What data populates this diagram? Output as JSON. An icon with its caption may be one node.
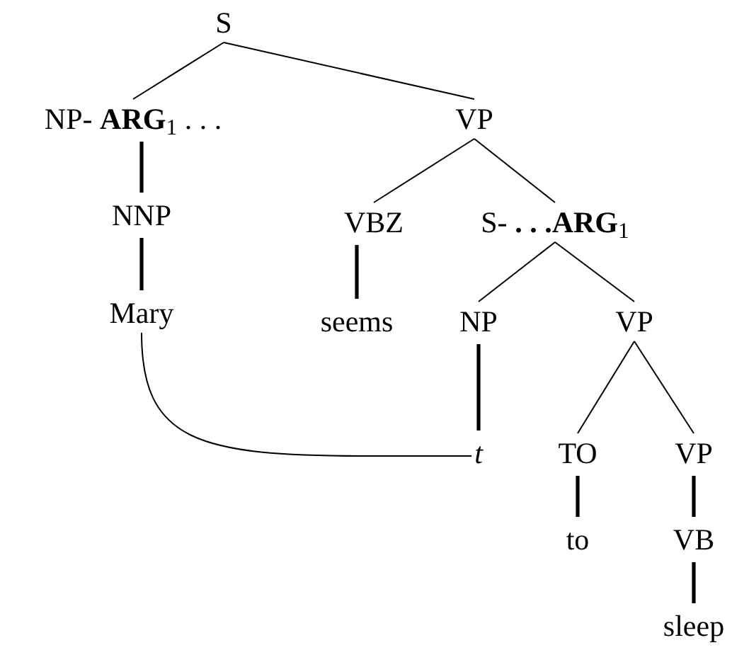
{
  "diagram": {
    "nodes": [
      {
        "text": [
          "S"
        ]
      },
      {
        "text": [
          "NP- **ARG**$_{1}$ . . ."
        ]
      },
      {
        "text": [
          "VP"
        ]
      },
      {
        "text": [
          "NNP"
        ]
      },
      {
        "text": [
          "VBZ"
        ]
      },
      {
        "text": [
          "S- **. . .ARG**$_{1}$"
        ]
      },
      {
        "text": [
          "Mary"
        ]
      },
      {
        "text": [
          "seems"
        ]
      },
      {
        "text": [
          "NP"
        ]
      },
      {
        "text": [
          "VP"
        ]
      },
      {
        "text": [
          "t"
        ]
      },
      {
        "text": [
          "TO"
        ]
      },
      {
        "text": [
          "VP"
        ]
      },
      {
        "text": [
          "to"
        ]
      },
      {
        "text": [
          "VB"
        ]
      },
      {
        "text": [
          "sleep"
        ]
      }
    ],
    "edges": [
      {
        "from": 0,
        "to": 1,
        "arrow": "none"
      },
      {
        "from": 0,
        "to": 2,
        "arrow": "none"
      },
      {
        "from": 1,
        "to": 3,
        "arrow": "none",
        "style": "thick"
      },
      {
        "from": 3,
        "to": 6,
        "arrow": "none",
        "style": "thick"
      },
      {
        "from": 2,
        "to": 4,
        "arrow": "none"
      },
      {
        "from": 2,
        "to": 5,
        "arrow": "none"
      },
      {
        "from": 4,
        "to": 7,
        "arrow": "none",
        "style": "thick"
      },
      {
        "from": 5,
        "to": 8,
        "arrow": "none"
      },
      {
        "from": 5,
        "to": 9,
        "arrow": "none"
      },
      {
        "from": 8,
        "to": 10,
        "arrow": "none",
        "style": "thick"
      },
      {
        "from": 9,
        "to": 11,
        "arrow": "none"
      },
      {
        "from": 9,
        "to": 12,
        "arrow": "none"
      },
      {
        "from": 11,
        "to": 13,
        "arrow": "none",
        "style": "thick"
      },
      {
        "from": 12,
        "to": 14,
        "arrow": "none",
        "style": "thick"
      },
      {
        "from": 14,
        "to": 15,
        "arrow": "none",
        "style": "thick"
      },
      {
        "from": 6,
        "to": 10,
        "arrow": "none"
      }
    ]
  }
}
